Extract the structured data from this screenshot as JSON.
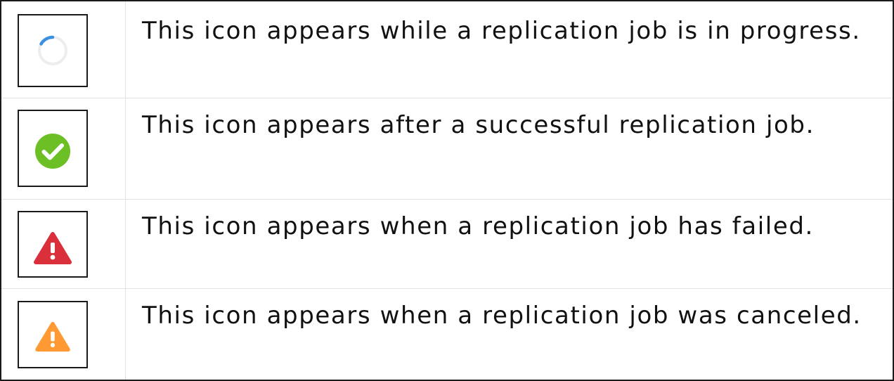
{
  "rows": [
    {
      "icon": "loading-spinner-icon",
      "text": "This icon appears while a replication job is in progress.",
      "color": "#3a8fe0"
    },
    {
      "icon": "success-check-icon",
      "text": "This icon appears after a successful replication job.",
      "color": "#6cc025"
    },
    {
      "icon": "error-warning-icon",
      "text": "This icon appears when a replication job has failed.",
      "color": "#d9303b"
    },
    {
      "icon": "canceled-warning-icon",
      "text": "This icon appears when a replication job was canceled.",
      "color": "#ff9933"
    }
  ]
}
